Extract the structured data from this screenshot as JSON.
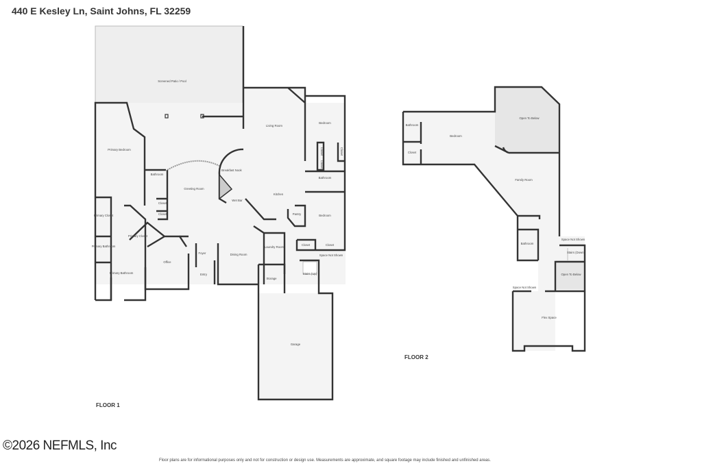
{
  "header": {
    "address": "440 E Kesley Ln, Saint Johns, FL 32259"
  },
  "floor1": {
    "label": "FLOOR 1",
    "rooms": {
      "patio": "Screened Patio / Pool",
      "primary_bedroom": "Primary Bedroom",
      "bathroom": "Bathroom",
      "greeting_room": "Greeting Room",
      "breakfast_nook": "Breakfast Nook",
      "wet_bar": "Wet Bar",
      "living_room": "Living Room",
      "kitchen": "Kitchen",
      "pantry": "Pantry",
      "bedroom_a": "Bedroom",
      "closet_a": "Closet",
      "closet_b": "Closet",
      "closet_c": "Closet",
      "closet_d": "Closet",
      "bathroom_b": "Bathroom",
      "bedroom_b": "Bedroom",
      "closet_e": "Closet",
      "closet_f": "Closet",
      "space_not_shown": "Space Not Shown",
      "primary_closet": "Primary Closet",
      "primary_closet_2": "Primary Closet",
      "primary_bathroom_small": "Primary Bathroom",
      "primary_bathroom": "Primary Bathroom",
      "closet_g": "Closet",
      "office": "Office",
      "foyer": "Foyer",
      "entry": "Entry",
      "dining_room": "Dining Room",
      "laundry_room": "Laundry Room",
      "storage": "Storage",
      "stairs": "Stairs (Up)",
      "garage": "Garage"
    }
  },
  "floor2": {
    "label": "FLOOR 2",
    "rooms": {
      "bathroom_a": "Bathroom",
      "closet": "Closet",
      "bedroom": "Bedroom",
      "open_to_below_a": "Open To Below",
      "family_room": "Family Room",
      "bathroom_b": "Bathroom",
      "space_not_shown_a": "Space Not Shown",
      "stairs_down": "Stairs (Down)",
      "open_to_below_b": "Open To Below",
      "space_not_shown_b": "Space Not Shown",
      "flex_space": "Flex Space"
    }
  },
  "footer": {
    "copyright": "©2026 NEFMLS, Inc",
    "disclaimer": "Floor plans are for informational purposes only and not for construction or design use. Measurements are approximate, and square footage may include finished and unfinished areas."
  }
}
